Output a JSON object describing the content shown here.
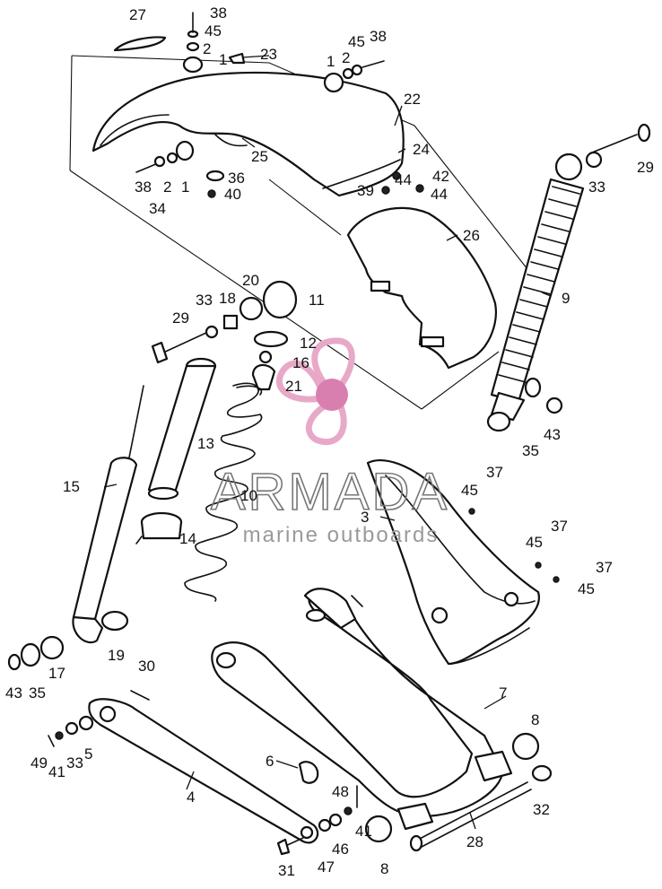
{
  "diagram": {
    "labels": [
      {
        "id": "27",
        "text": "27"
      },
      {
        "id": "38a",
        "text": "38"
      },
      {
        "id": "45a",
        "text": "45"
      },
      {
        "id": "2a",
        "text": "2"
      },
      {
        "id": "1a",
        "text": "1"
      },
      {
        "id": "23",
        "text": "23"
      },
      {
        "id": "1b",
        "text": "1"
      },
      {
        "id": "2b",
        "text": "2"
      },
      {
        "id": "45b",
        "text": "45"
      },
      {
        "id": "38b",
        "text": "38"
      },
      {
        "id": "22",
        "text": "22"
      },
      {
        "id": "25",
        "text": "25"
      },
      {
        "id": "24",
        "text": "24"
      },
      {
        "id": "38c",
        "text": "38"
      },
      {
        "id": "2c",
        "text": "2"
      },
      {
        "id": "1c",
        "text": "1"
      },
      {
        "id": "34",
        "text": "34"
      },
      {
        "id": "36",
        "text": "36"
      },
      {
        "id": "40",
        "text": "40"
      },
      {
        "id": "39",
        "text": "39"
      },
      {
        "id": "44a",
        "text": "44"
      },
      {
        "id": "42",
        "text": "42"
      },
      {
        "id": "44b",
        "text": "44"
      },
      {
        "id": "29a",
        "text": "29"
      },
      {
        "id": "33a",
        "text": "33"
      },
      {
        "id": "26",
        "text": "26"
      },
      {
        "id": "9",
        "text": "9"
      },
      {
        "id": "20",
        "text": "20"
      },
      {
        "id": "33b",
        "text": "33"
      },
      {
        "id": "18",
        "text": "18"
      },
      {
        "id": "11",
        "text": "11"
      },
      {
        "id": "29b",
        "text": "29"
      },
      {
        "id": "12",
        "text": "12"
      },
      {
        "id": "16",
        "text": "16"
      },
      {
        "id": "21",
        "text": "21"
      },
      {
        "id": "13",
        "text": "13"
      },
      {
        "id": "35a",
        "text": "35"
      },
      {
        "id": "43a",
        "text": "43"
      },
      {
        "id": "15",
        "text": "15"
      },
      {
        "id": "10",
        "text": "10"
      },
      {
        "id": "14",
        "text": "14"
      },
      {
        "id": "37a",
        "text": "37"
      },
      {
        "id": "45c",
        "text": "45"
      },
      {
        "id": "3",
        "text": "3"
      },
      {
        "id": "37b",
        "text": "37"
      },
      {
        "id": "45d",
        "text": "45"
      },
      {
        "id": "37c",
        "text": "37"
      },
      {
        "id": "45e",
        "text": "45"
      },
      {
        "id": "43b",
        "text": "43"
      },
      {
        "id": "35b",
        "text": "35"
      },
      {
        "id": "17",
        "text": "17"
      },
      {
        "id": "19",
        "text": "19"
      },
      {
        "id": "30",
        "text": "30"
      },
      {
        "id": "7",
        "text": "7"
      },
      {
        "id": "8a",
        "text": "8"
      },
      {
        "id": "49",
        "text": "49"
      },
      {
        "id": "41a",
        "text": "41"
      },
      {
        "id": "33c",
        "text": "33"
      },
      {
        "id": "5",
        "text": "5"
      },
      {
        "id": "6",
        "text": "6"
      },
      {
        "id": "4",
        "text": "4"
      },
      {
        "id": "48",
        "text": "48"
      },
      {
        "id": "41b",
        "text": "41"
      },
      {
        "id": "32",
        "text": "32"
      },
      {
        "id": "46",
        "text": "46"
      },
      {
        "id": "28",
        "text": "28"
      },
      {
        "id": "31",
        "text": "31"
      },
      {
        "id": "47",
        "text": "47"
      },
      {
        "id": "8b",
        "text": "8"
      }
    ]
  },
  "watermark": {
    "title": "ARMADA",
    "subtitle": "marine outboards",
    "logo_color": "#e8a9c8",
    "logo_core_color": "#d97fb0"
  }
}
